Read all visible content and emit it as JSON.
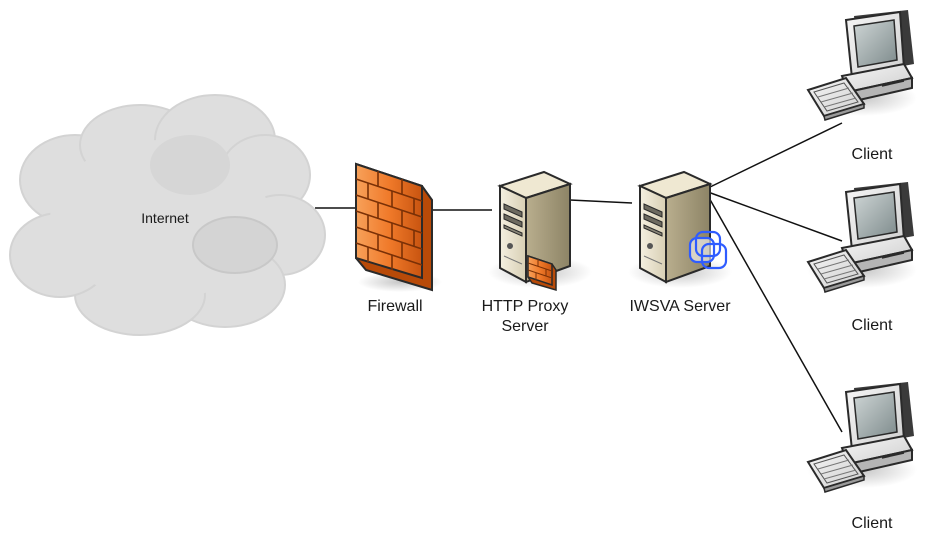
{
  "diagram": {
    "nodes": {
      "internet": {
        "label": "Internet"
      },
      "firewall": {
        "label": "Firewall"
      },
      "http_proxy": {
        "label_line1": "HTTP Proxy",
        "label_line2": "Server"
      },
      "iwsva": {
        "label": "IWSVA Server"
      },
      "clients": [
        {
          "label": "Client"
        },
        {
          "label": "Client"
        },
        {
          "label": "Client"
        }
      ]
    },
    "connections": [
      [
        "internet",
        "firewall"
      ],
      [
        "firewall",
        "http_proxy"
      ],
      [
        "http_proxy",
        "iwsva"
      ],
      [
        "iwsva",
        "client-1"
      ],
      [
        "iwsva",
        "client-2"
      ],
      [
        "iwsva",
        "client-3"
      ]
    ],
    "icons": {
      "internet": "cloud-icon",
      "firewall": "brick-wall-icon",
      "http_proxy": "tower-server-icon",
      "iwsva": "tower-server-icon",
      "clients": "desktop-computer-icon"
    }
  }
}
